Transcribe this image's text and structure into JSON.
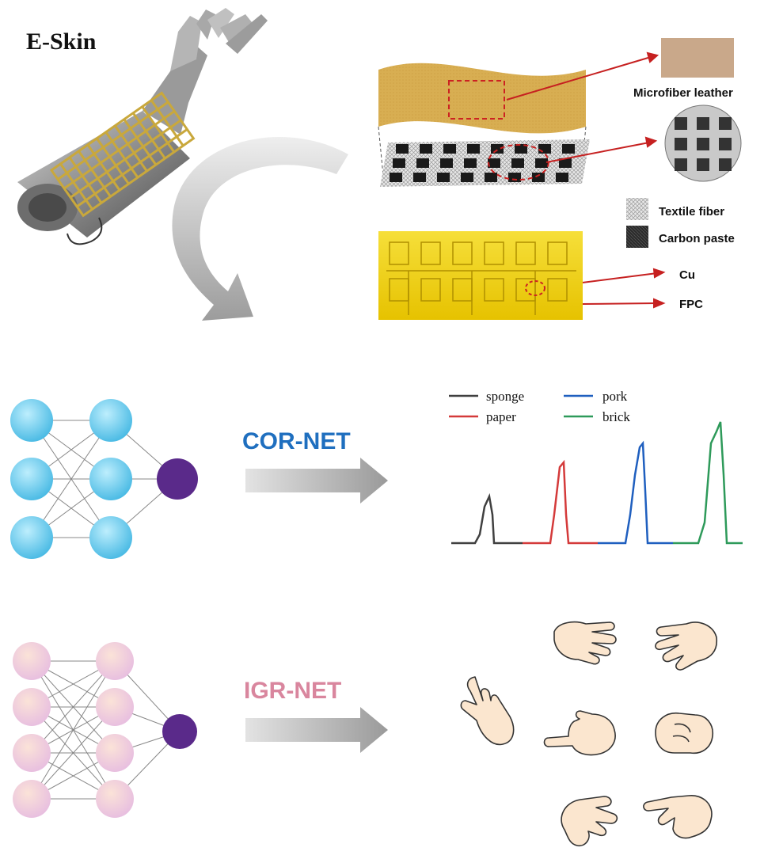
{
  "title": "E-Skin",
  "layers": {
    "top": "Microfiber leather",
    "textile": "Textile fiber",
    "carbon": "Carbon paste",
    "cu": "Cu",
    "fpc": "FPC"
  },
  "networks": {
    "cor": {
      "label": "COR-NET",
      "color": "#1f6fbf"
    },
    "igr": {
      "label": "IGR-NET",
      "color": "#d9869e"
    }
  },
  "legend": [
    {
      "name": "sponge",
      "color": "#404040"
    },
    {
      "name": "paper",
      "color": "#d43a3a"
    },
    {
      "name": "pork",
      "color": "#1f5fbf"
    },
    {
      "name": "brick",
      "color": "#2e9a5a"
    }
  ],
  "colors": {
    "node_blue": "#5ec6ea",
    "node_pink": "#efc6de",
    "output_node": "#5a2a8a",
    "fpc_yellow": "#f3d21a",
    "leather": "#d4a94a"
  }
}
